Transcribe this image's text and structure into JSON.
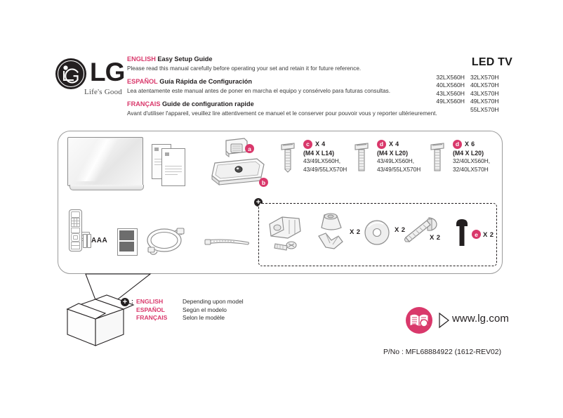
{
  "brand": {
    "name": "LG",
    "tagline": "Life's Good",
    "accent_color": "#d9386b",
    "ink_color": "#231f20",
    "logo_icon": "lg-smile-logo"
  },
  "header": {
    "languages": [
      {
        "lang": "ENGLISH",
        "title": "Easy Setup Guide",
        "body": "Please read this manual carefully before operating your set and retain it for future reference."
      },
      {
        "lang": "ESPAÑOL",
        "title": "Guía Rápida de Configuración",
        "body": "Lea atentamente este manual antes de poner en marcha el equipo y consérvelo para futuras consultas."
      },
      {
        "lang": "FRANÇAIS",
        "title": "Guide de configuration rapide",
        "body": "Avant d'utiliser l'appareil, veuillez lire attentivement ce manuel et le conserver pour pouvoir vous y reporter ultérieurement."
      }
    ]
  },
  "models": {
    "category": "LED TV",
    "column_left": [
      "32LX560H",
      "40LX560H",
      "43LX560H",
      "49LX560H"
    ],
    "column_right": [
      "32LX570H",
      "40LX570H",
      "43LX570H",
      "49LX570H",
      "55LX570H"
    ]
  },
  "contents": {
    "tv_icon": "tv-panel-icon",
    "docs_icon": "manual-documents-icon",
    "stand_neck_icon": "stand-neck-icon",
    "stand_base_icon": "stand-base-icon",
    "remote_icon": "remote-control-icon",
    "battery_icon": "aaa-battery-icon",
    "battery_label": "AAA",
    "adapter_icon": "accessory-block-icon",
    "power_cord_icon": "power-cord-icon",
    "cable_tie_icon": "cable-tie-icon",
    "label_a": "a",
    "label_b": "b",
    "plus_symbol": "+"
  },
  "screws": [
    {
      "badge": "c",
      "quantity": "X 4",
      "spec": "(M4 X L14)",
      "models": [
        "43/49LX560H,",
        "43/49/55LX570H"
      ],
      "icon": "screw-icon"
    },
    {
      "badge": "d",
      "quantity": "X 4",
      "spec": "(M4 X L20)",
      "models": [
        "43/49LX560H,",
        "43/49/55LX570H"
      ],
      "icon": "screw-icon"
    },
    {
      "badge": "d",
      "quantity": "X 6",
      "spec": "(M4 X L20)",
      "models": [
        "32/40LX560H,",
        "32/40LX570H"
      ],
      "icon": "screw-icon"
    }
  ],
  "wall_mount_kit": {
    "plus_symbol": "+",
    "items": [
      {
        "icon": "bracket-and-screw-icon",
        "quantity": ""
      },
      {
        "icon": "cone-nut-and-wing-nut-icon",
        "quantity": "X 2"
      },
      {
        "icon": "washer-icon",
        "quantity": "X 2"
      },
      {
        "icon": "bolt-icon",
        "quantity": "X 2"
      },
      {
        "icon": "black-bolt-icon",
        "badge": "e",
        "quantity": "X 2"
      }
    ]
  },
  "box_note": {
    "plus_symbol": "+",
    "colon": ":",
    "box_icon": "open-carton-icon",
    "rows": [
      {
        "lang": "ENGLISH",
        "desc": "Depending upon model"
      },
      {
        "lang": "ESPAÑOL",
        "desc": "Según el modelo"
      },
      {
        "lang": "FRANÇAIS",
        "desc": "Selon le modèle"
      }
    ]
  },
  "footer": {
    "book_icon": "manual-search-icon",
    "play_icon": "play-triangle-icon",
    "website": "www.lg.com",
    "part_number": "P/No : MFL68884922 (1612-REV02)"
  }
}
